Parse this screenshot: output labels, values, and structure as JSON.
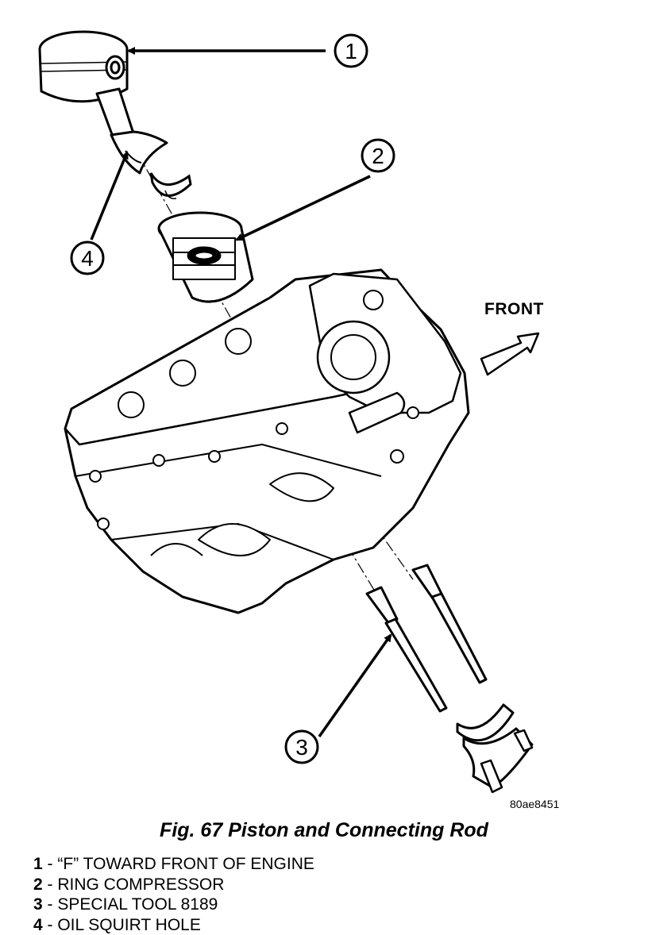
{
  "figure": {
    "front_label": "FRONT",
    "image_code": "80ae8451",
    "caption": "Fig. 67 Piston and Connecting Rod",
    "callouts": [
      "1",
      "2",
      "3",
      "4"
    ]
  },
  "legend": [
    {
      "num": "1",
      "text": " - “F” TOWARD FRONT OF ENGINE"
    },
    {
      "num": "2",
      "text": " - RING COMPRESSOR"
    },
    {
      "num": "3",
      "text": " - SPECIAL TOOL 8189"
    },
    {
      "num": "4",
      "text": " - OIL SQUIRT HOLE"
    }
  ]
}
